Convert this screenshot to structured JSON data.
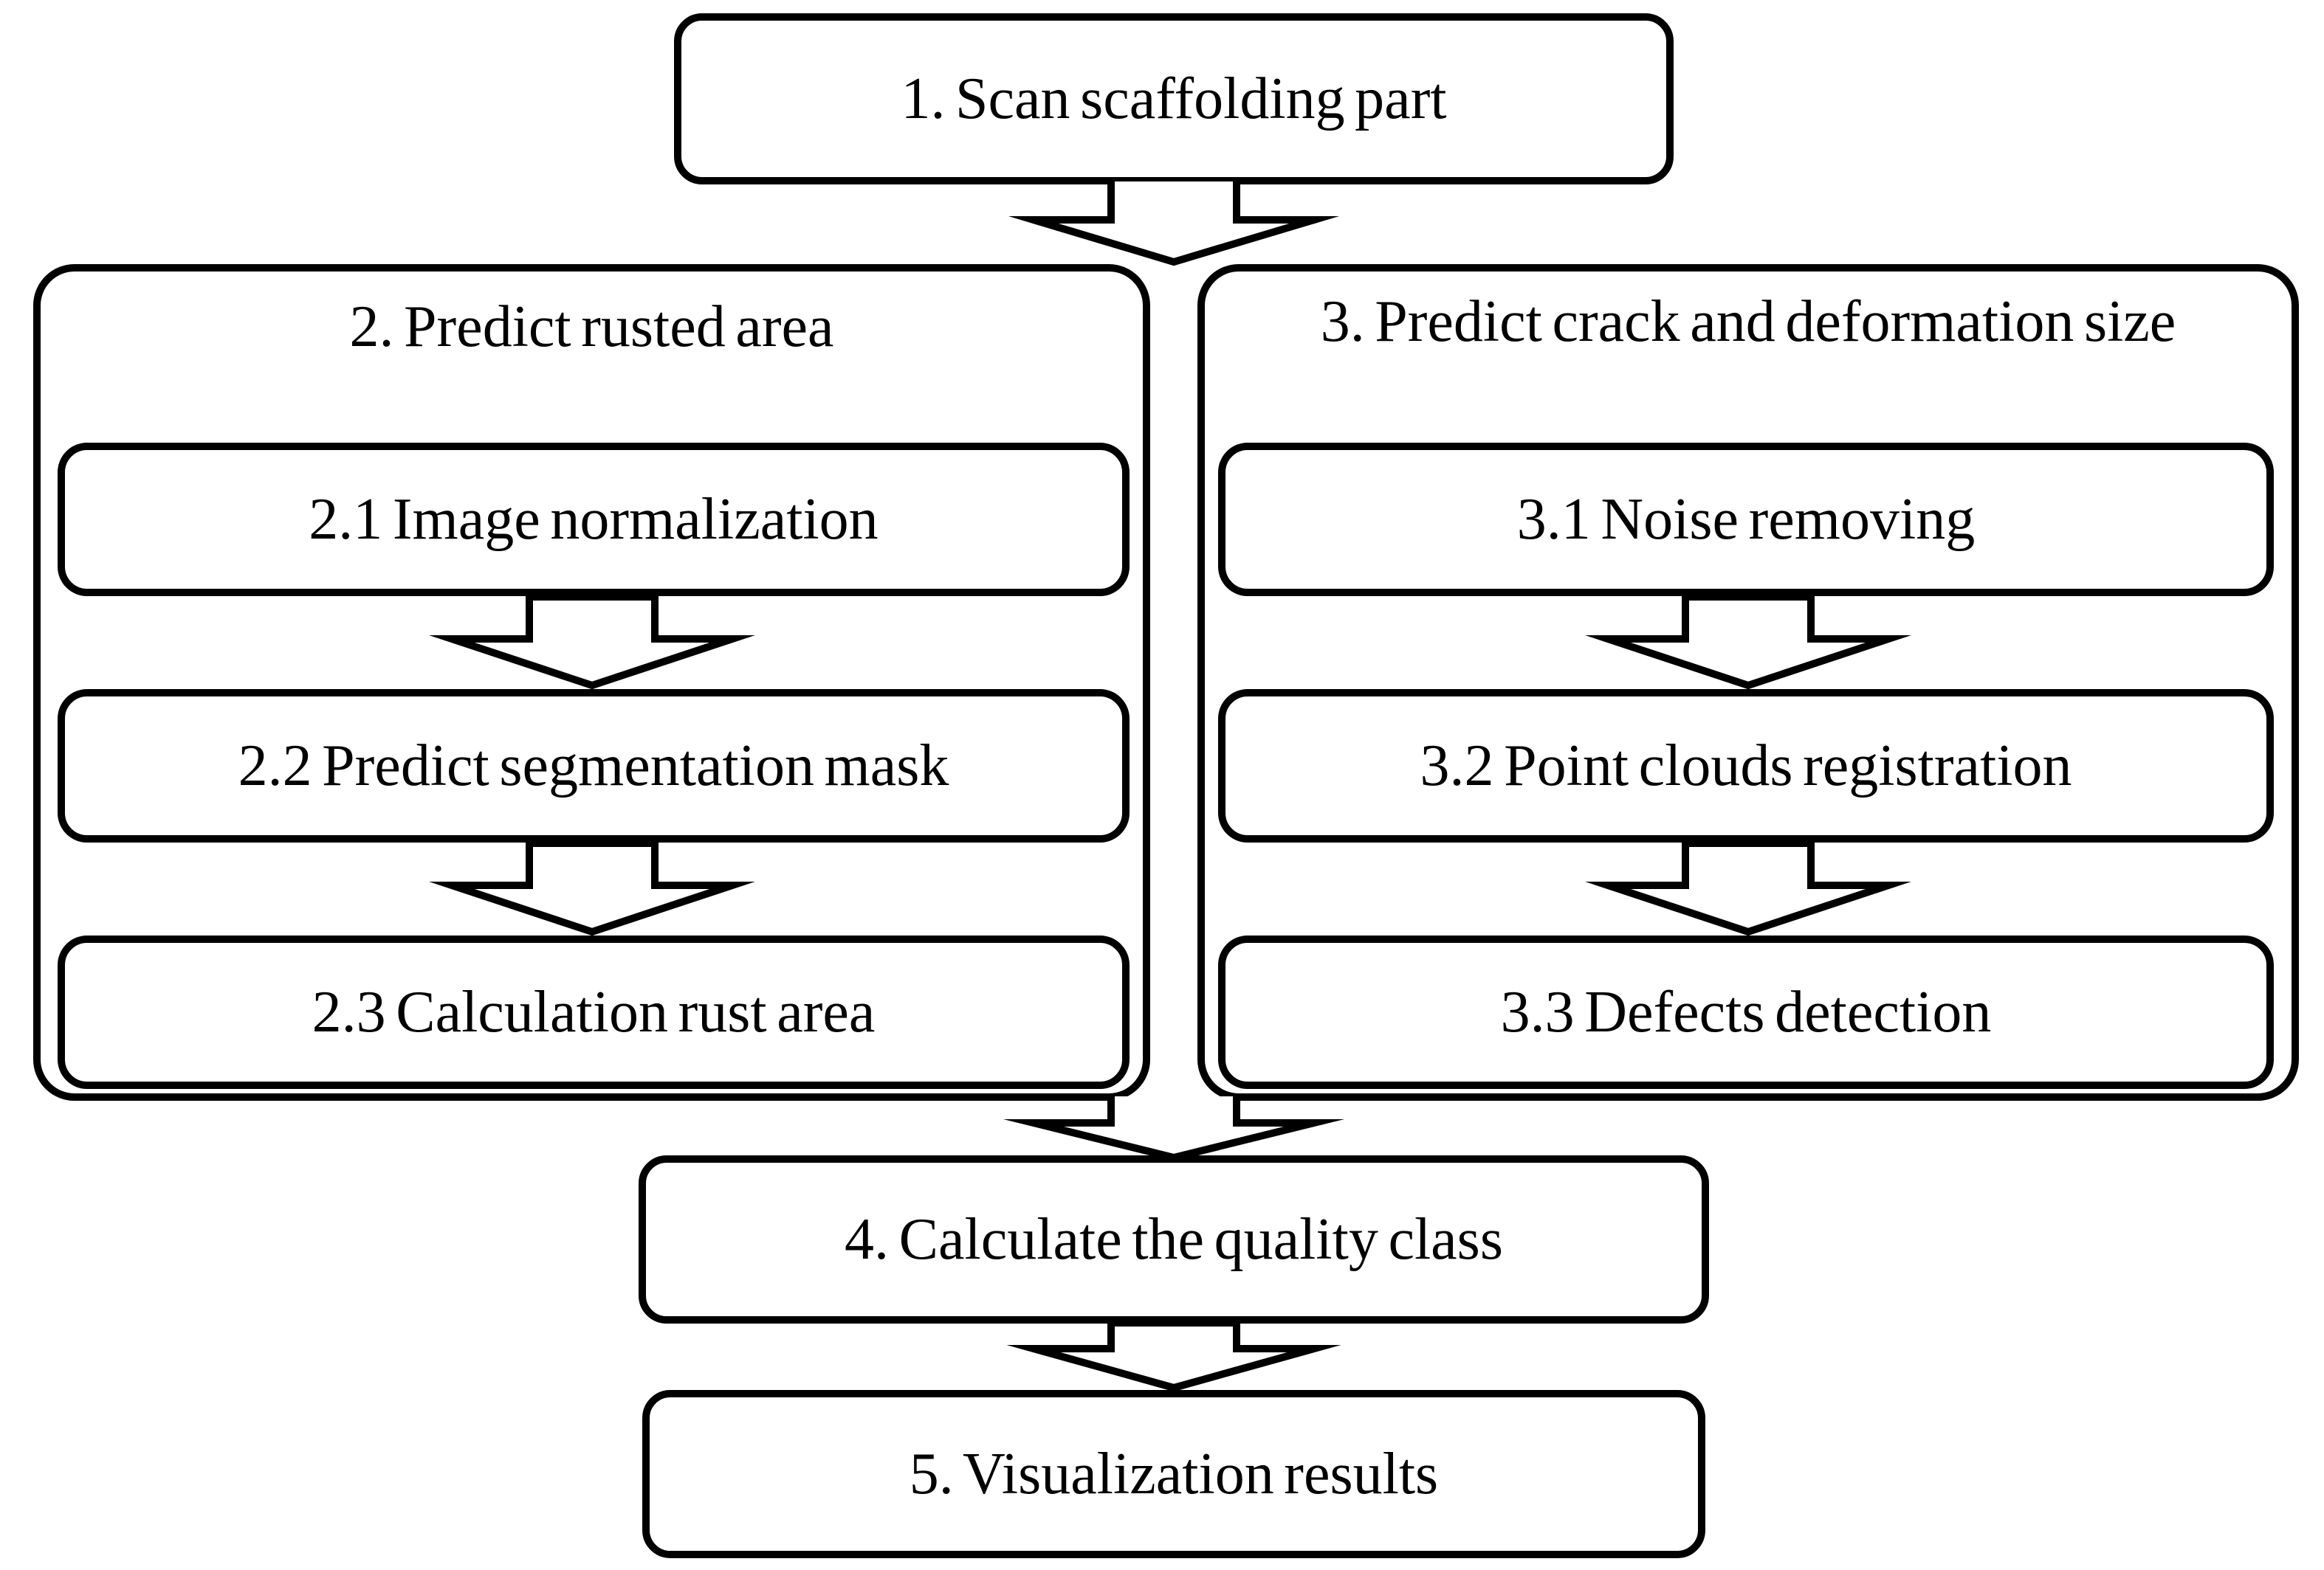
{
  "flowchart": {
    "step1": {
      "label": "1. Scan scaffolding part"
    },
    "branch2": {
      "title": "2. Predict rusted area",
      "steps": [
        {
          "label": "2.1 Image normalization"
        },
        {
          "label": "2.2 Predict segmentation mask"
        },
        {
          "label": "2.3 Calculation rust area"
        }
      ]
    },
    "branch3": {
      "title": "3. Predict crack and deformation size",
      "steps": [
        {
          "label": "3.1 Noise removing"
        },
        {
          "label": "3.2 Point clouds registration"
        },
        {
          "label": "3.3 Defects detection"
        }
      ]
    },
    "step4": {
      "label": "4. Calculate the quality class"
    },
    "step5": {
      "label": "5. Visualization results"
    },
    "colors": {
      "line": "#000000",
      "background": "#ffffff"
    }
  }
}
